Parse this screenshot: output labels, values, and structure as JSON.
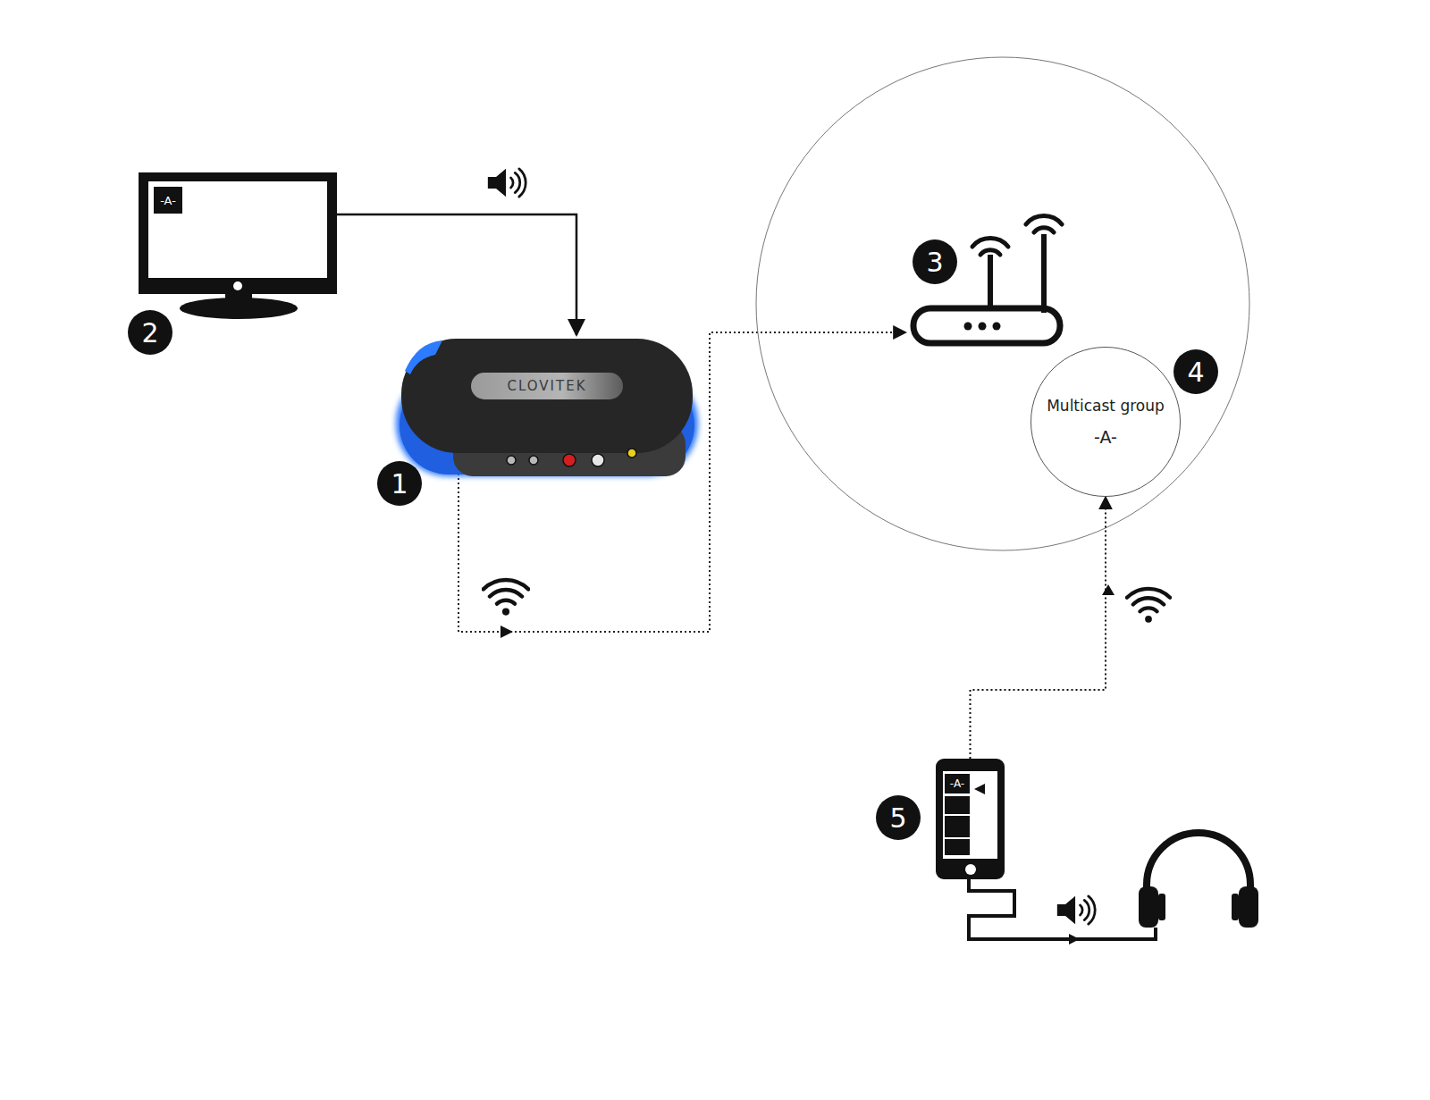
{
  "diagram": {
    "nodes": [
      {
        "text": [
          "-A-"
        ]
      },
      {
        "text": [
          "CLOVITEK"
        ]
      },
      {
        "text": [
          "Multicast group",
          "-A-"
        ]
      },
      {
        "text": [
          "-A-"
        ]
      }
    ],
    "edges": [
      {
        "from": 0,
        "to": 1,
        "arrow": "to"
      },
      {
        "from": 3,
        "to": 2,
        "arrow": "to"
      }
    ],
    "labels": [
      "2",
      "1",
      "3",
      "4",
      "5"
    ]
  }
}
